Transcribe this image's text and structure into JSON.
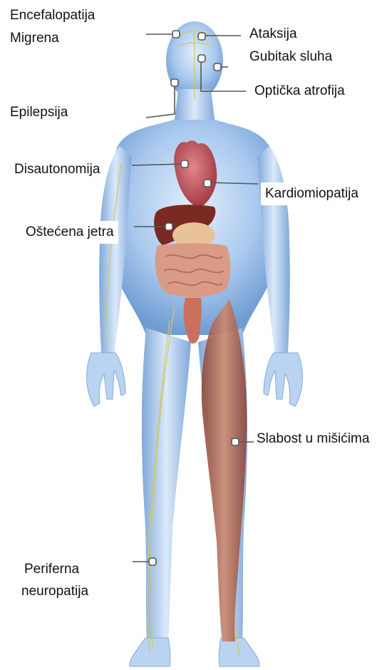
{
  "labels": {
    "encefalopatija": "Encefalopatija",
    "migrena": "Migrena",
    "epilepsija": "Epilepsija",
    "disautonomija": "Disautonomija",
    "ostecena_jetra": "Oštećena jetra",
    "periferna": "Periferna",
    "neuropatija": "neuropatija",
    "ataksija": "Ataksija",
    "gubitak_sluha": "Gubitak sluha",
    "opticka_atrofija": "Optička atrofija",
    "kardiomiopatija": "Kardiomiopatija",
    "slabost_u_misicima": "Slabost u mišićima"
  },
  "colors": {
    "body_light": "#d9e9fb",
    "body_mid": "#9fc3ec",
    "body_dark": "#5e8fc9",
    "heart": "#c4535a",
    "liver": "#7a2a22",
    "stomach": "#e8c39a",
    "intestine": "#d99a86",
    "muscle": "#b66a58",
    "nerve": "#c7c56a",
    "leader_line": "#555555"
  }
}
